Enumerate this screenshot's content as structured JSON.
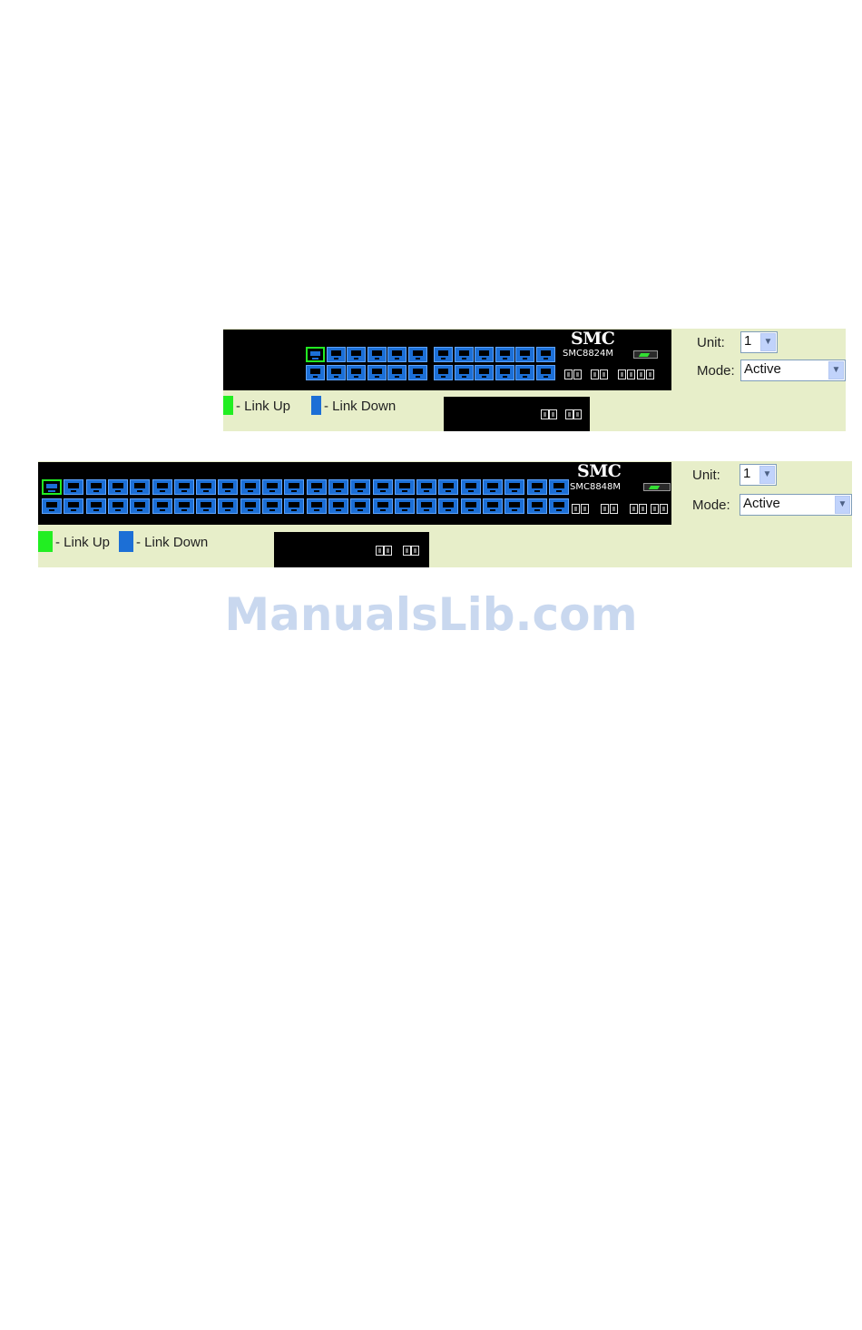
{
  "colors": {
    "panel_bg": "#e7eec9",
    "chassis_bg": "#000000",
    "link_up": "#22ee22",
    "link_down": "#1c6fd6",
    "watermark": "#c9d8ef"
  },
  "switches": [
    {
      "brand": "SMC",
      "model": "SMC8824M",
      "ports_total": 24,
      "ports_link_up": [
        1
      ],
      "unit_label": "Unit:",
      "unit_value": "1",
      "mode_label": "Mode:",
      "mode_value": "Active",
      "legend": {
        "up_text": "- Link Up",
        "down_text": "- Link Down"
      }
    },
    {
      "brand": "SMC",
      "model": "SMC8848M",
      "ports_total": 48,
      "ports_link_up": [
        1
      ],
      "unit_label": "Unit:",
      "unit_value": "1",
      "mode_label": "Mode:",
      "mode_value": "Active",
      "legend": {
        "up_text": "- Link Up",
        "down_text": "- Link Down"
      }
    }
  ],
  "icons": {
    "dropdown_arrow": "chevron-down-icon",
    "sfp_slot": "sfp-port-icon",
    "power_led": "power-indicator-icon"
  },
  "watermark": "ManualsLib.com"
}
